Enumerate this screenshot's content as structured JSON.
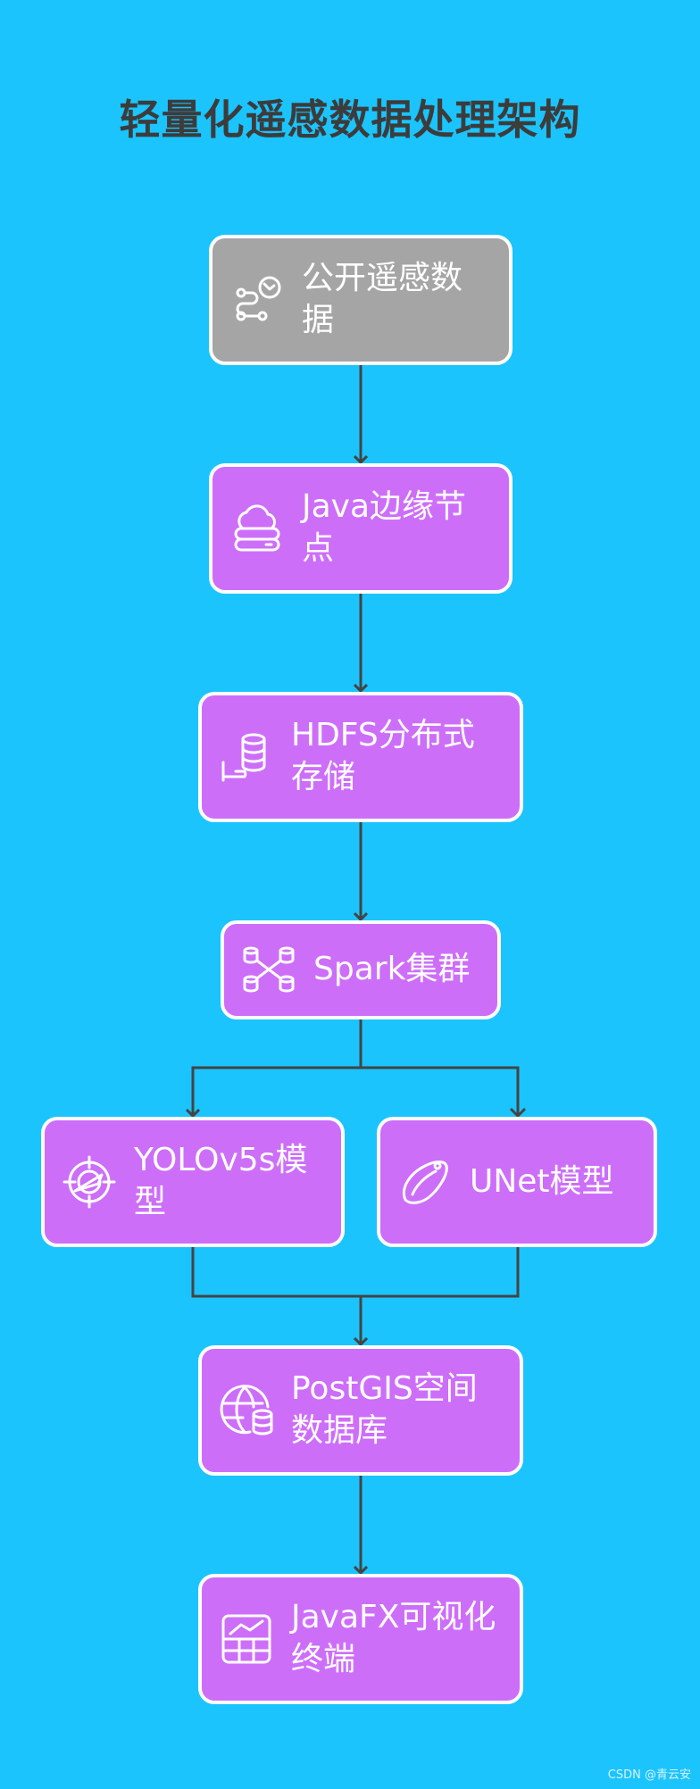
{
  "title": "轻量化遥感数据处理架构",
  "nodes": [
    {
      "id": "open-data",
      "label": "公开遥感数据",
      "icon": "satellite-route-icon",
      "color": "#a5a5a5"
    },
    {
      "id": "java-edge",
      "label": "Java边缘节点",
      "icon": "cloud-server-icon",
      "color": "#cd6ef9"
    },
    {
      "id": "hdfs",
      "label": "HDFS分布式存储",
      "icon": "database-hand-icon",
      "color": "#cd6ef9"
    },
    {
      "id": "spark",
      "label": "Spark集群",
      "icon": "cluster-databases-icon",
      "color": "#cd6ef9"
    },
    {
      "id": "yolo",
      "label": "YOLOv5s模型",
      "icon": "target-crosshair-icon",
      "color": "#cd6ef9"
    },
    {
      "id": "unet",
      "label": "UNet模型",
      "icon": "leaf-shape-icon",
      "color": "#cd6ef9"
    },
    {
      "id": "postgis",
      "label": "PostGIS空间数据库",
      "icon": "globe-database-icon",
      "color": "#cd6ef9"
    },
    {
      "id": "javafx",
      "label": "JavaFX可视化终端",
      "icon": "chart-grid-icon",
      "color": "#cd6ef9"
    }
  ],
  "edges": [
    [
      "open-data",
      "java-edge"
    ],
    [
      "java-edge",
      "hdfs"
    ],
    [
      "hdfs",
      "spark"
    ],
    [
      "spark",
      "yolo"
    ],
    [
      "spark",
      "unet"
    ],
    [
      "yolo",
      "postgis"
    ],
    [
      "unet",
      "postgis"
    ],
    [
      "postgis",
      "javafx"
    ]
  ],
  "colors": {
    "background": "#1bc4fd",
    "line": "#444444",
    "border": "#ffffff"
  },
  "watermark": "CSDN @青云安"
}
